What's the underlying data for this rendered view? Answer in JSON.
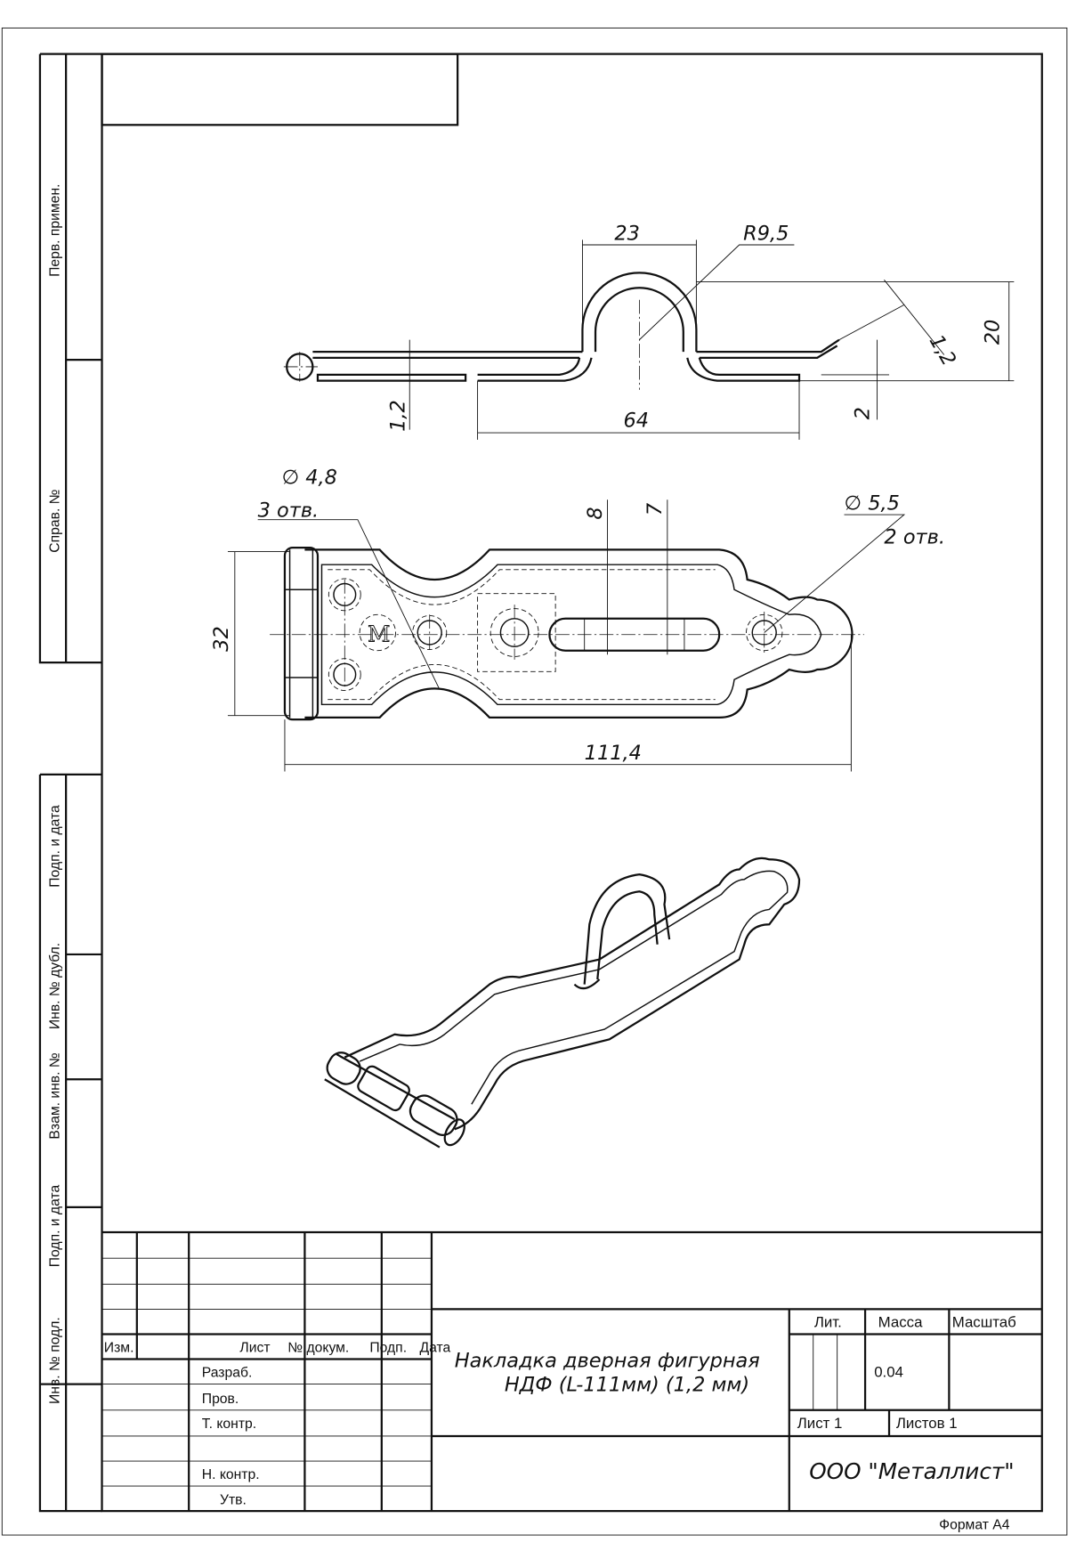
{
  "side_stamps": [
    "Перв. примен.",
    "Справ. №",
    "Подп. и дата",
    "Инв. № дубл.",
    "Взам. инв. №",
    "Подп. и дата",
    "Инв. № подл."
  ],
  "dimensions": {
    "side_view": {
      "width_loop": "23",
      "radius": "R9,5",
      "height": "20",
      "thickness_right": "1,2",
      "step": "2",
      "length": "64",
      "thickness_left": "1,2"
    },
    "plan_view": {
      "hole_small_dia": "∅ 4,8",
      "hole_small_count": "3 отв.",
      "hole_large_dia": "∅ 5,5",
      "hole_large_count": "2 отв.",
      "slot_a": "8",
      "slot_b": "7",
      "width": "32",
      "length": "111,4",
      "mark": "M"
    }
  },
  "title_block": {
    "headers": {
      "izm": "Изм.",
      "list": "Лист",
      "ndoc": "№ докум.",
      "podp": "Подп.",
      "data": "Дата"
    },
    "roles": [
      "Разраб.",
      "Пров.",
      "Т. контр.",
      "Н. контр.",
      "Утв."
    ],
    "title_line1": "Накладка дверная фигурная",
    "title_line2": "НДФ (L-111мм) (1,2 мм)",
    "lit_label": "Лит.",
    "mass_label": "Масса",
    "scale_label": "Масштаб",
    "mass_value": "0.04",
    "sheet": "Лист 1",
    "sheets": "Листов 1",
    "organization": "ООО \"Металлист\"",
    "format": "Формат А4"
  }
}
